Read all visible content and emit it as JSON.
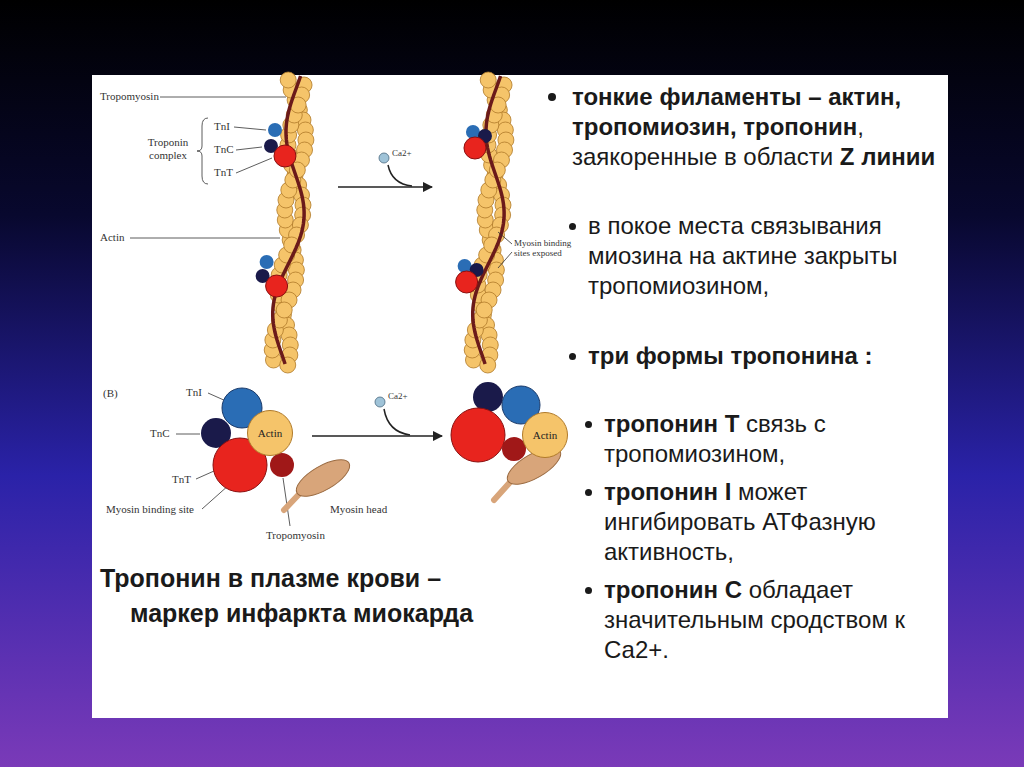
{
  "diagram": {
    "nodes": [
      {
        "text": [
          "Actin"
        ]
      },
      {
        "text": [
          "Actin"
        ]
      }
    ],
    "labels": [
      "Tropomyosin",
      "Troponin complex",
      "TnI",
      "TnC",
      "TnT",
      "Actin",
      "Ca2+",
      "Myosin binding sites exposed",
      "(B)",
      "TnI",
      "TnC",
      "TnT",
      "Myosin binding site",
      "Tropomyosin",
      "Myosin head",
      "Ca2+",
      "тонкие филаменты – актин, тропомиозин, тропонин",
      ", заякоренные в области",
      "Z линии",
      "в покое места связывания миозина на актине закрыты тропомиозином,",
      "три формы тропонина :",
      "тропонин Т",
      "связь с тропомиозином,",
      "тропонин I",
      "может ингибировать АТФазную активность,",
      "тропонин С",
      "обладает значительным сродством к Са2+.",
      "Тропонин в плазме крови – маркер инфаркта миокарда"
    ]
  }
}
